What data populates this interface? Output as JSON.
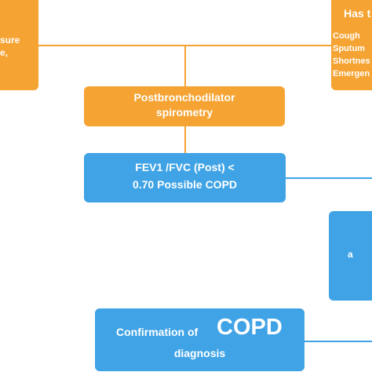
{
  "diagram": {
    "left_box": {
      "lines": [
        "sure",
        "e,"
      ]
    },
    "right_box": {
      "title": "Has t",
      "lines": [
        "Cough",
        "Sputum",
        "Shortnes",
        "Emergen"
      ]
    },
    "spirometry_box": {
      "line1": "Postbronchodilator",
      "line2": "spirometry"
    },
    "fev_box": {
      "line1": "FEV1 /FVC (Post) <",
      "line2": "0.70 Possible COPD"
    },
    "right_middle_box": {
      "text": "a"
    },
    "confirm_box": {
      "prefix": "Confirmation of",
      "big": "COPD",
      "line2": "diagnosis"
    },
    "colors": {
      "orange": "#f5a332",
      "blue": "#3fa3e6"
    }
  }
}
